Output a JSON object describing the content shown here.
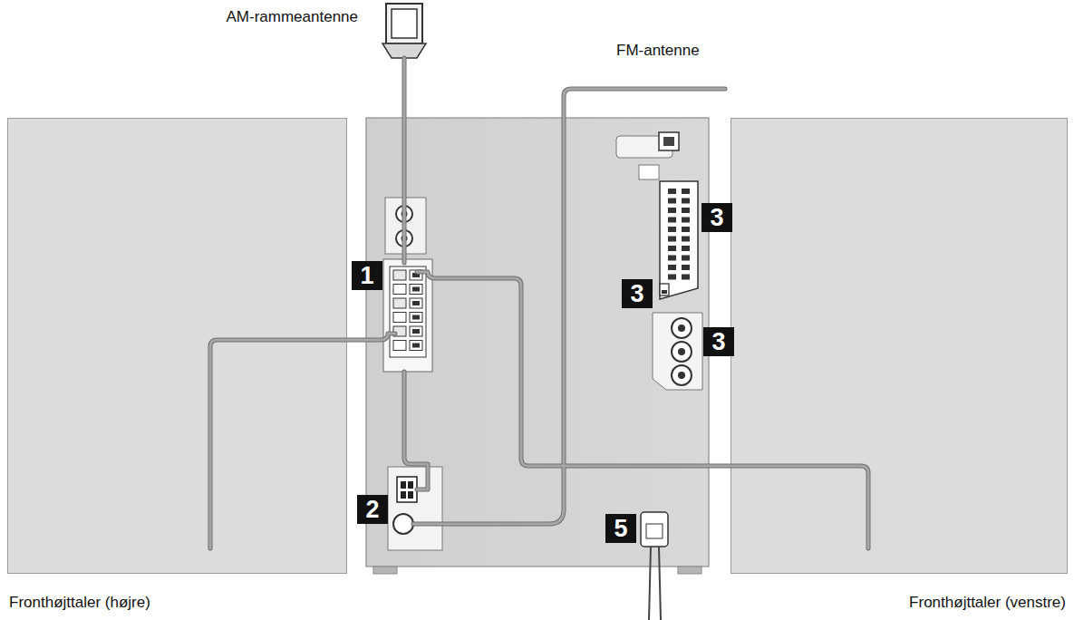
{
  "diagram": {
    "nodes": [
      {
        "text": [
          "Fronthøjttaler (højre)"
        ]
      },
      {
        "text": [
          "Fronthøjttaler (venstre)"
        ]
      }
    ],
    "labels": [
      "AM-rammeantenne",
      "FM-antenne",
      "3",
      "1",
      "3",
      "3",
      "2",
      "5"
    ]
  }
}
